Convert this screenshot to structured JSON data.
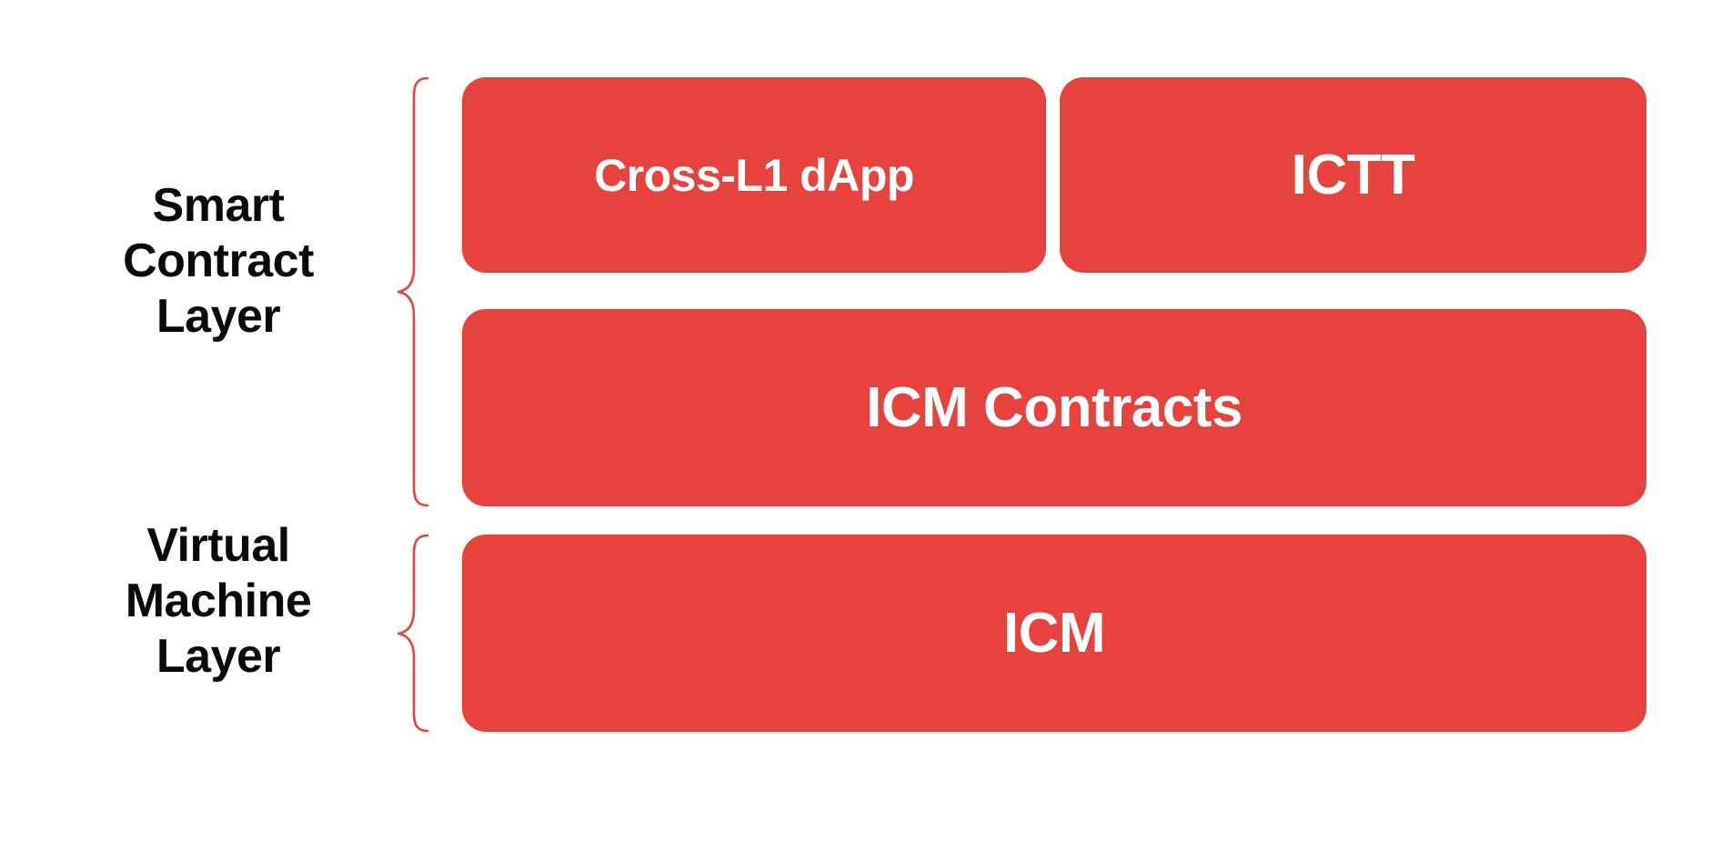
{
  "diagram": {
    "title": "Smart Contract and Virtual Machine Layer Stack",
    "background_color": "#FFFFFF",
    "accent_color": "#E8423F",
    "label_color": "#0A0A0A",
    "box_text_color": "#FFFFFF"
  },
  "groups": [
    {
      "id": "smart-contract-layer",
      "label": "Smart\nContract\nLayer",
      "brace_color": "#E8423F",
      "rows": [
        {
          "id": "row-apps",
          "boxes": [
            {
              "id": "cross-l1-dapp",
              "label": "Cross-L1 dApp"
            },
            {
              "id": "ictt",
              "label": "ICTT"
            }
          ]
        },
        {
          "id": "row-icm-contracts",
          "boxes": [
            {
              "id": "icm-contracts",
              "label": "ICM Contracts"
            }
          ]
        }
      ]
    },
    {
      "id": "virtual-machine-layer",
      "label": "Virtual\nMachine\nLayer",
      "brace_color": "#E8423F",
      "rows": [
        {
          "id": "row-icm",
          "boxes": [
            {
              "id": "icm",
              "label": "ICM"
            }
          ]
        }
      ]
    }
  ],
  "icons": {
    "brace": "curly-brace-icon"
  }
}
